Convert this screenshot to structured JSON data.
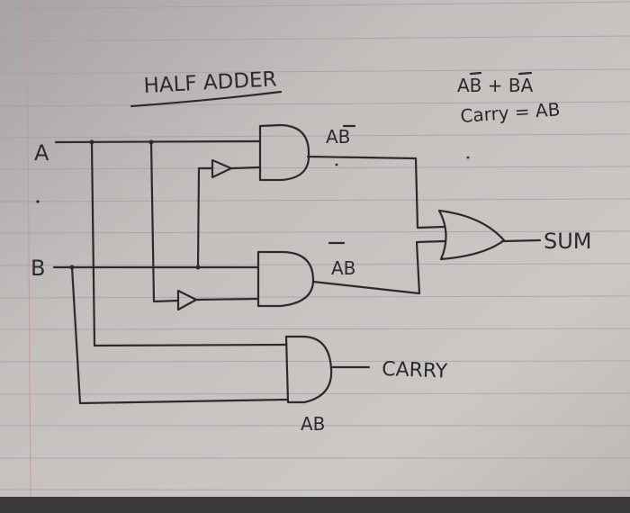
{
  "title": "HALF ADDER",
  "formulas": {
    "sum": "AB + BA",
    "carry": "Carry = AB"
  },
  "inputs": {
    "a": "A",
    "b": "B"
  },
  "gate_labels": {
    "and_top": "AB",
    "and_middle": "AB",
    "and_bottom": "AB"
  },
  "outputs": {
    "sum": "SUM",
    "carry": "CARRY"
  },
  "colors": {
    "paper": "#c9c3bf",
    "ruled_line": "#9aa2b4",
    "margin_line": "#c29a9e",
    "ink": "#2b2a2e"
  }
}
